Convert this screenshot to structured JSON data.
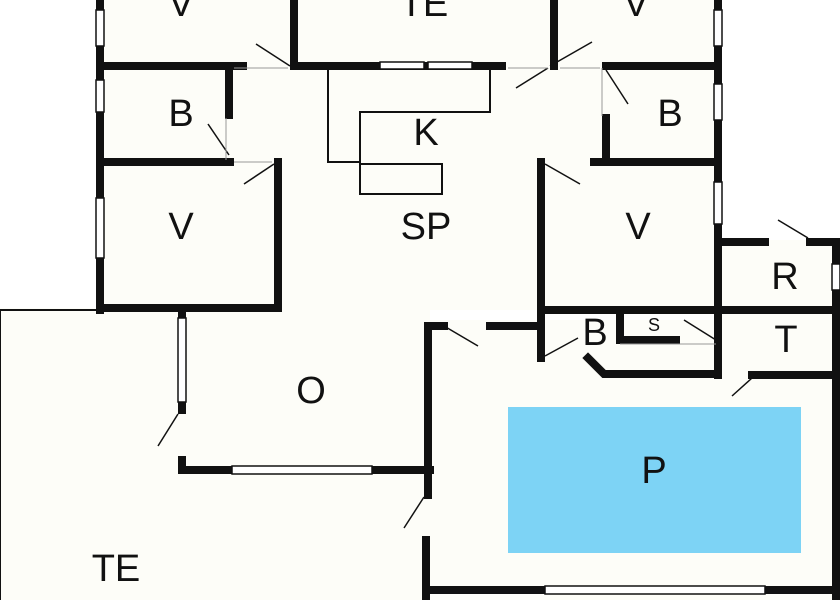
{
  "pool": {
    "color": "#7dd3f5"
  },
  "rooms": {
    "v_top_left": "V",
    "te_top": "TE",
    "v_top_right": "V",
    "b_left": "B",
    "k": "K",
    "b_right": "B",
    "v_left": "V",
    "sp": "SP",
    "v_right": "V",
    "r": "R",
    "b_mid": "B",
    "s": "S",
    "t": "T",
    "o": "O",
    "p": "P",
    "te_bottom": "TE"
  }
}
